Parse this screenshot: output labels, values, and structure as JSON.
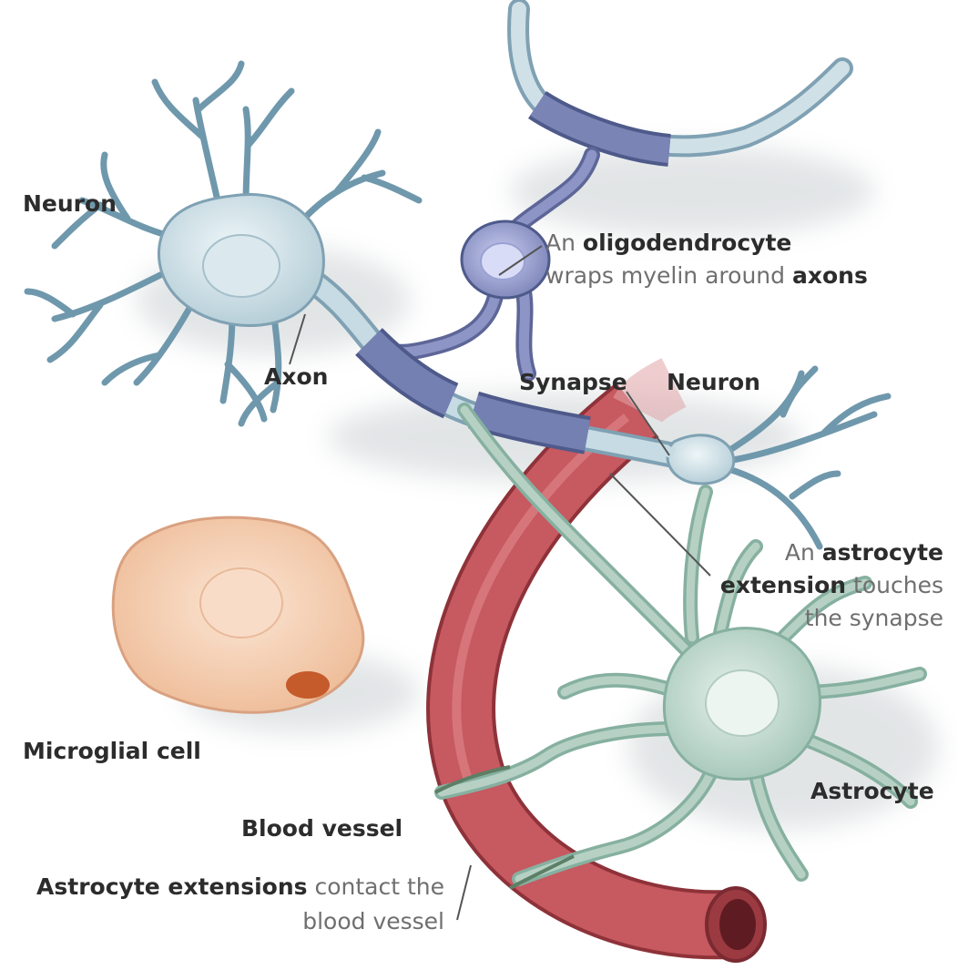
{
  "colors": {
    "neuron": "#c9dde3",
    "neuron_outline": "#7fa1b3",
    "dendrite": "#6f98ac",
    "myelin": "#6f7aa8",
    "oligodendrocyte": "#8d95c6",
    "astrocyte": "#b6d1c4",
    "astrocyte_branch": "#86b0a0",
    "vessel": "#c2555c",
    "microglia": "#f2c7a6"
  },
  "labels": {
    "neuron_left": "Neuron",
    "axon": "Axon",
    "oligo_line1_pre": "An",
    "oligo_line1_bold": "oligodendrocyte",
    "oligo_line2_pre": "wraps myelin around",
    "oligo_line2_bold": "axons",
    "synapse": "Synapse",
    "neuron_right": "Neuron",
    "astro_ext_line1_pre": "An",
    "astro_ext_line1_bold": "astrocyte",
    "astro_ext_line2_bold": "extension",
    "astro_ext_line2_post": "touches",
    "astro_ext_line3": "the synapse",
    "microglial": "Microglial cell",
    "astrocyte": "Astrocyte",
    "blood_vessel": "Blood vessel",
    "vessel_contact_bold": "Astrocyte extensions",
    "vessel_contact_post": "contact the",
    "vessel_contact_line2": "blood vessel"
  }
}
